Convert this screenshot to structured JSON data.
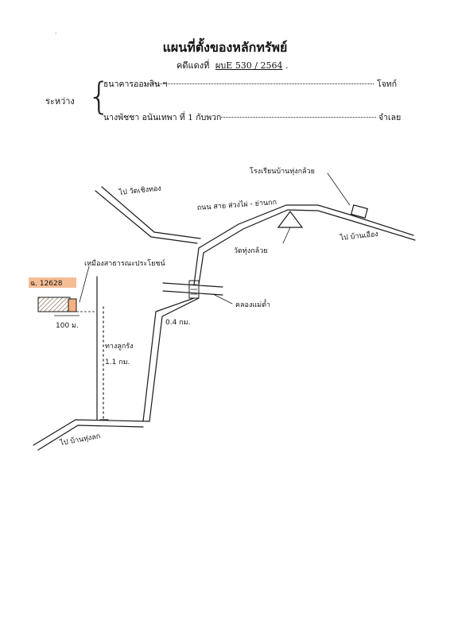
{
  "header": {
    "title": "แผนที่ตั้งของหลักทรัพย์",
    "case_label": "คดีแดงที่",
    "case_number": "ผบE 530 / 2564",
    "between_label": "ระหว่าง",
    "plaintiff": "ธนาคารออมสิน ฯ",
    "plaintiff_role": "โจทก์",
    "defendant": "นางพัชชา อนันเทพา ที่ 1 กับพวก",
    "defendant_role": "จำเลย"
  },
  "map": {
    "labels": {
      "top_left_road": "ไป วัดเชิงทอง",
      "school": "โรงเรียนบ้านทุ่งกล้วย",
      "main_road": "ถนน สาย ส่วงไผ่ - ย่านกก",
      "temple": "วัดทุ่งกล้วย",
      "east_road": "ไป บ้านเอือง",
      "left_note": "เหมืองสาธารณะประโยชน์",
      "plot_tag": "ฉ. 12628",
      "distance_left": "100 ม.",
      "canal": "คลองแม่ต๋ำ",
      "distance_road": "0.4 กม.",
      "lane_name": "ทางลูกรัง",
      "lane_distance": "1.1 กม.",
      "bottom_road": "ไป บ้านทุ่งลก"
    },
    "colors": {
      "ink": "#1a1a1a",
      "plot_highlight": "#f4b183",
      "plot_hatch": "#7a5a3a"
    }
  }
}
